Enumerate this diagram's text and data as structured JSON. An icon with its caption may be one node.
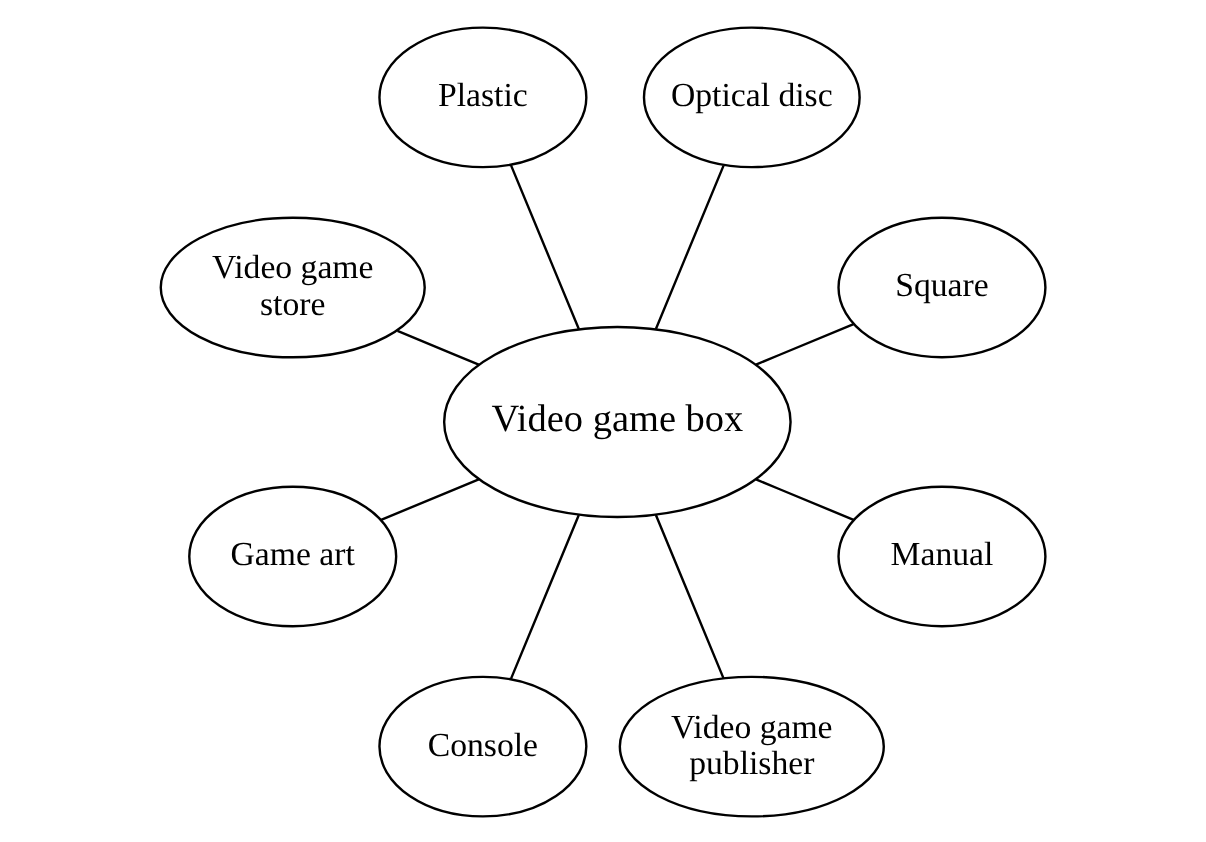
{
  "diagram": {
    "nodes": [
      {
        "text": [
          "Square"
        ]
      },
      {
        "text": [
          "Optical disc"
        ]
      },
      {
        "text": [
          "Plastic"
        ]
      },
      {
        "text": [
          "Video game store"
        ]
      },
      {
        "text": [
          "Video game box"
        ]
      },
      {
        "text": [
          "Game art"
        ]
      },
      {
        "text": [
          "Console"
        ]
      },
      {
        "text": [
          "Video game publisher"
        ]
      },
      {
        "text": [
          "Manual"
        ]
      }
    ],
    "edges": [
      {
        "from": 4,
        "to": 0,
        "arrow": "none"
      },
      {
        "from": 4,
        "to": 1,
        "arrow": "none"
      },
      {
        "from": 4,
        "to": 2,
        "arrow": "none"
      },
      {
        "from": 4,
        "to": 3,
        "arrow": "none"
      },
      {
        "from": 4,
        "to": 5,
        "arrow": "none"
      },
      {
        "from": 4,
        "to": 6,
        "arrow": "none"
      },
      {
        "from": 4,
        "to": 7,
        "arrow": "none"
      },
      {
        "from": 4,
        "to": 8,
        "arrow": "none"
      }
    ]
  }
}
